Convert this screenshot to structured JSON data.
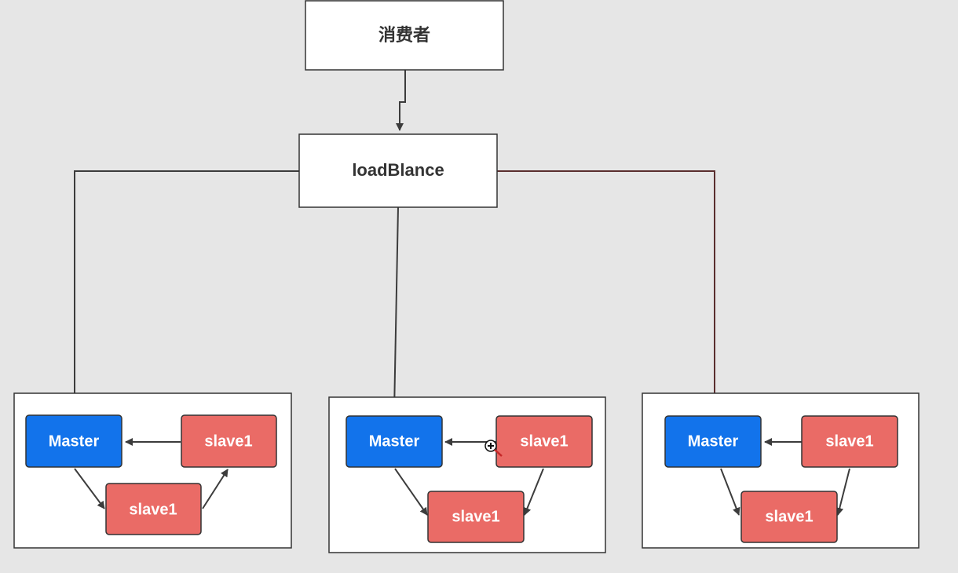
{
  "consumer": {
    "label": "消费者"
  },
  "load_balancer": {
    "label": "loadBlance"
  },
  "clusters": [
    {
      "master": "Master",
      "slave_top": "slave1",
      "slave_bottom": "slave1"
    },
    {
      "master": "Master",
      "slave_top": "slave1",
      "slave_bottom": "slave1"
    },
    {
      "master": "Master",
      "slave_top": "slave1",
      "slave_bottom": "slave1"
    }
  ],
  "colors": {
    "background": "#e6e6e6",
    "box_fill": "#ffffff",
    "box_border": "#333333",
    "master_fill": "#1273eb",
    "slave_fill": "#ea6b66",
    "edge": "#3c3c3c",
    "edge_accent": "#5a2e2e"
  },
  "icons": {
    "cursor": "zoom-cursor-icon"
  }
}
